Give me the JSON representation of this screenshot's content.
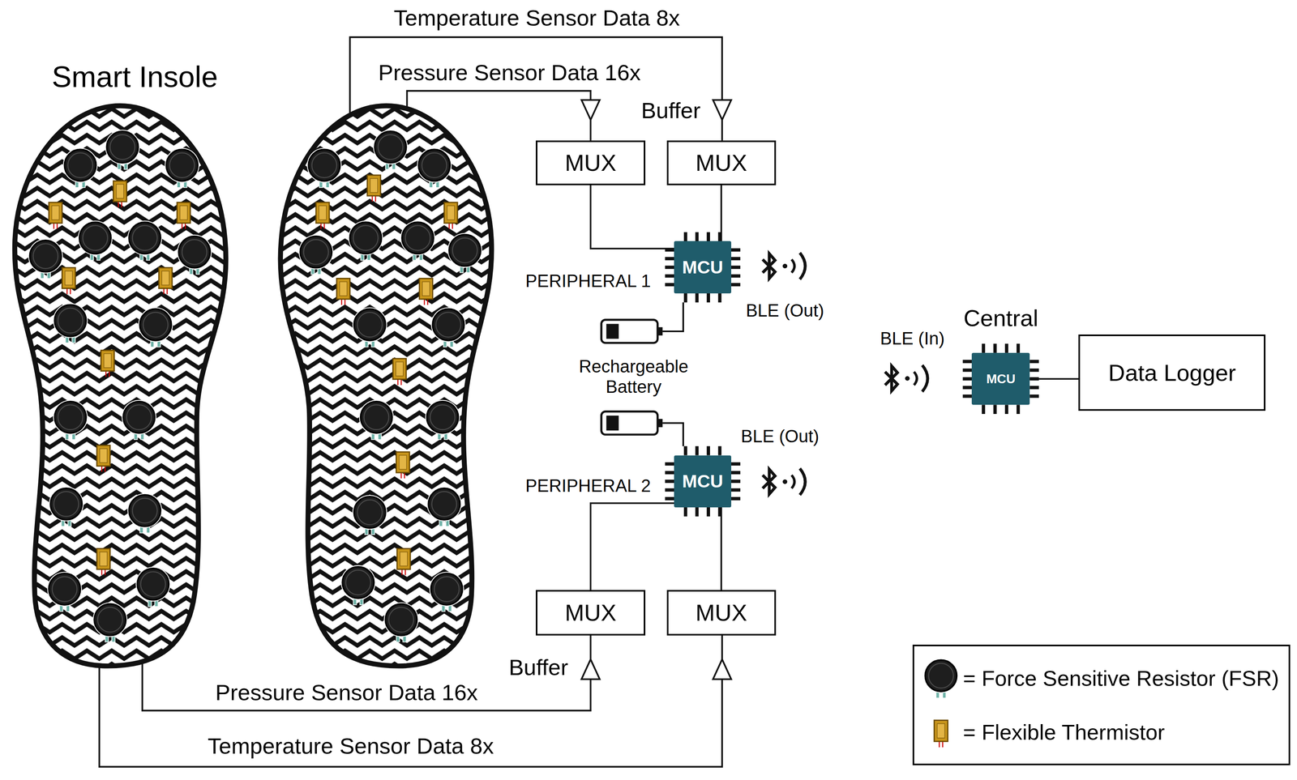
{
  "diagram": {
    "title": "Smart Insole",
    "nodes": [
      {
        "text": [
          "MUX"
        ]
      },
      {
        "text": [
          "MUX"
        ]
      },
      {
        "text": [
          "MCU"
        ]
      },
      {
        "text": [
          "MCU"
        ]
      },
      {
        "text": [
          "MUX"
        ]
      },
      {
        "text": [
          "MUX"
        ]
      },
      {
        "text": [
          "MCU"
        ]
      },
      {
        "text": [
          "Data Logger"
        ]
      }
    ],
    "edges": [
      {
        "from": 0,
        "to": 2,
        "arrow": "none"
      },
      {
        "from": 1,
        "to": 2,
        "arrow": "none"
      },
      {
        "from": 4,
        "to": 3,
        "arrow": "none"
      },
      {
        "from": 5,
        "to": 3,
        "arrow": "none"
      },
      {
        "from": 6,
        "to": 7,
        "arrow": "none"
      }
    ],
    "labels": [
      "Temperature Sensor Data 8x",
      "Pressure Sensor Data 16x",
      "Buffer",
      "PERIPHERAL 1",
      "BLE (Out)",
      "Rechargeable Battery",
      "BLE (Out)",
      "PERIPHERAL 2",
      "Buffer",
      "Pressure Sensor Data 16x",
      "Temperature Sensor Data 8x",
      "BLE (In)",
      "Central"
    ],
    "legend": [
      {
        "text": "= Force Sensitive Resistor (FSR)"
      },
      {
        "text": "= Flexible Thermistor"
      }
    ]
  }
}
